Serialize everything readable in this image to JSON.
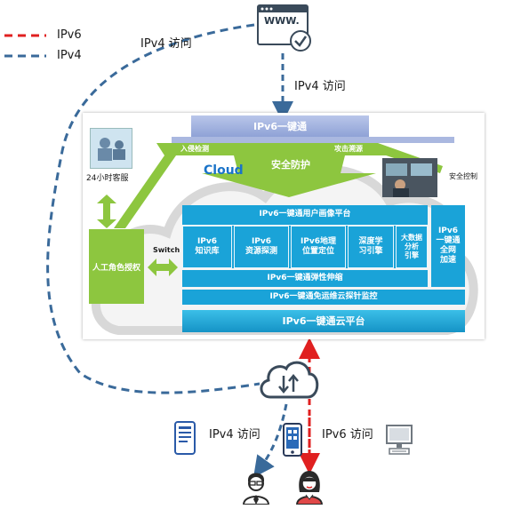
{
  "legend": {
    "ipv6_label": "IPv6",
    "ipv4_label": "IPv4",
    "ipv6_color": "#e02020",
    "ipv4_color": "#3a6a9a"
  },
  "top": {
    "website_text": "WWW.",
    "access_left": "IPv4 访问",
    "access_right": "IPv4 访问"
  },
  "panel": {
    "header": "IPv6一键通",
    "intrusion": "入侵检测",
    "attack_trace": "攻击溯源",
    "service_24h": "24小时客服",
    "cloud": "Cloud",
    "defense": "安全防护",
    "security_control": "安全控制",
    "manual_role": "人工角色授权",
    "switch": "Switch",
    "portrait_platform": "IPv6一键通用户画像平台",
    "modules": [
      {
        "line1": "IPv6",
        "line2": "知识库"
      },
      {
        "line1": "IPv6",
        "line2": "资源探测"
      },
      {
        "line1": "IPv6地理",
        "line2": "位置定位"
      },
      {
        "line1": "深度学",
        "line2": "习引擎"
      },
      {
        "line1": "大数据",
        "line2": "分析",
        "line3": "引擎"
      }
    ],
    "accel": {
      "line1": "IPv6",
      "line2": "一键通",
      "line3": "全网",
      "line4": "加速"
    },
    "elastic": "IPv6一键通弹性伸缩",
    "monitor": "IPv6一键通免运维云探针监控",
    "cloud_platform": "IPv6一键通云平台"
  },
  "bottom": {
    "ipv4_access": "IPv4 访问",
    "ipv6_access": "IPv6 访问"
  }
}
